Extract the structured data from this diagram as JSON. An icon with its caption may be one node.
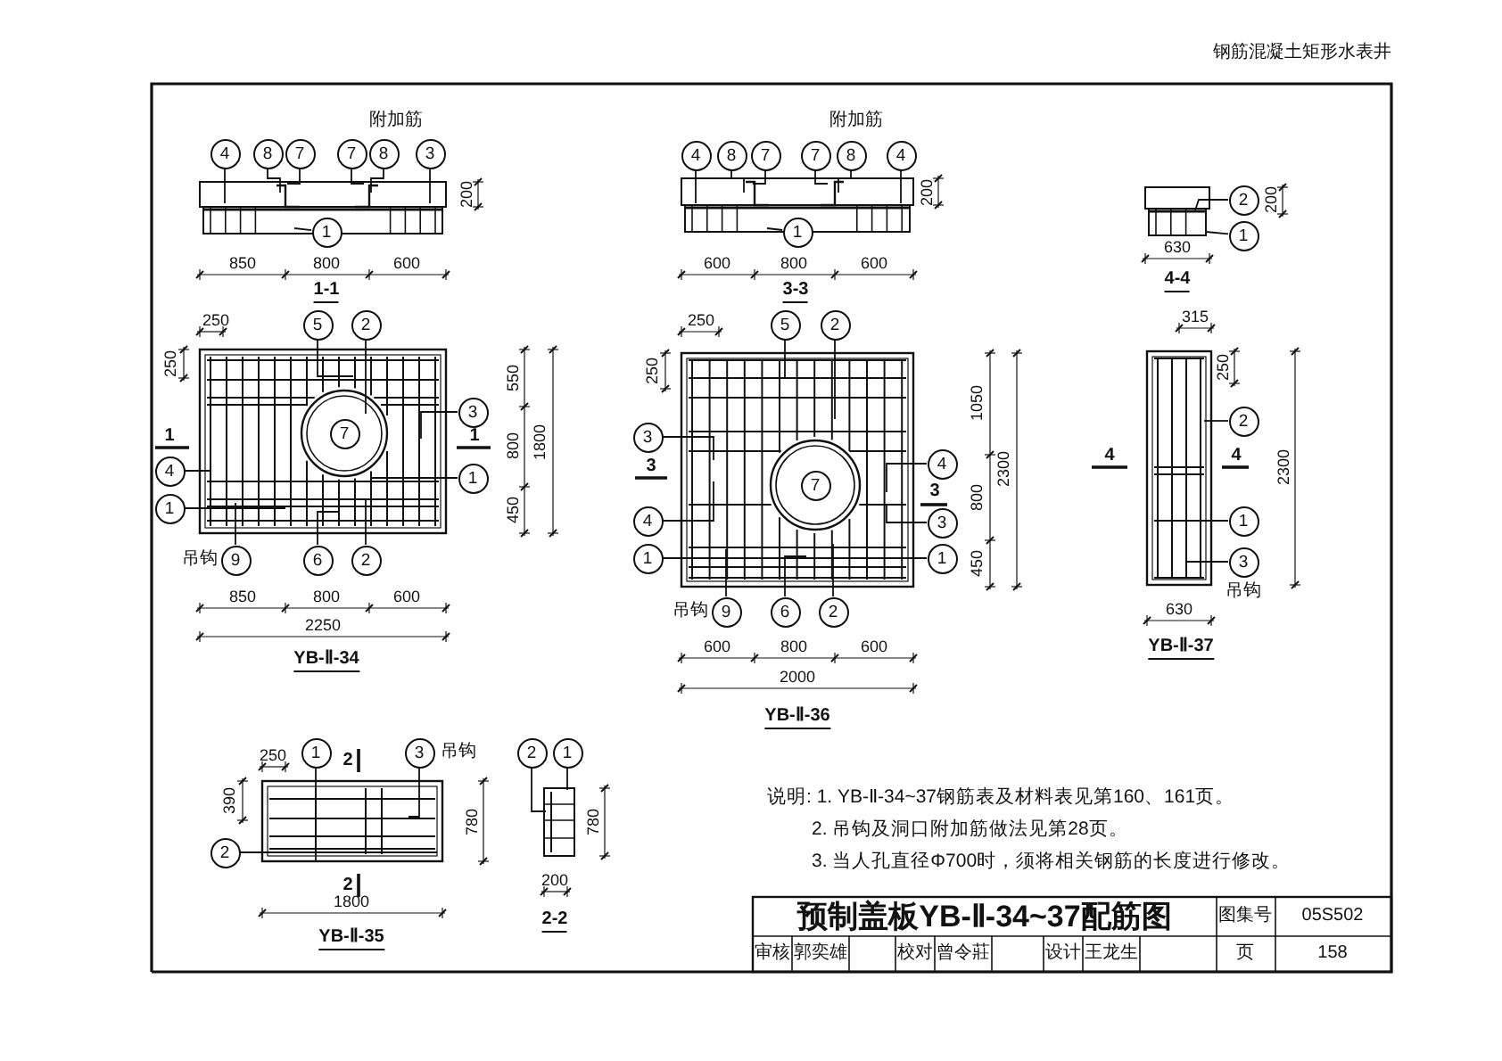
{
  "diagram": {
    "title": "预制盖板YB-Ⅱ-34~37配筋图",
    "nodes": [
      {
        "text": [],
        "shape": "picture"
      },
      {
        "text": [
          "4"
        ]
      },
      {
        "text": [
          "8"
        ]
      },
      {
        "text": [
          "7"
        ]
      },
      {
        "text": [
          "7"
        ]
      },
      {
        "text": [
          "8"
        ]
      },
      {
        "text": [
          "3"
        ]
      },
      {
        "text": [
          "1"
        ]
      },
      {
        "text": [],
        "shape": "picture"
      },
      {
        "text": [
          "4"
        ]
      },
      {
        "text": [
          "8"
        ]
      },
      {
        "text": [
          "7"
        ]
      },
      {
        "text": [
          "7"
        ]
      },
      {
        "text": [
          "8"
        ]
      },
      {
        "text": [
          "4"
        ]
      },
      {
        "text": [
          "1"
        ]
      },
      {
        "text": [],
        "shape": "picture"
      },
      {
        "text": [
          "2"
        ]
      },
      {
        "text": [
          "1"
        ]
      },
      {
        "text": [],
        "shape": "picture"
      },
      {
        "text": [
          "5"
        ]
      },
      {
        "text": [
          "2"
        ]
      },
      {
        "text": [
          "3"
        ]
      },
      {
        "text": [
          "7"
        ],
        "in": 19
      },
      {
        "text": [
          "4"
        ]
      },
      {
        "text": [
          "1"
        ]
      },
      {
        "text": [
          "1"
        ]
      },
      {
        "text": [
          "9"
        ],
        "beside": [
          "吊钩"
        ]
      },
      {
        "text": [
          "6"
        ]
      },
      {
        "text": [
          "2"
        ]
      },
      {
        "text": [],
        "shape": "picture"
      },
      {
        "text": [
          "5"
        ]
      },
      {
        "text": [
          "2"
        ]
      },
      {
        "text": [
          "3"
        ]
      },
      {
        "text": [
          "4"
        ]
      },
      {
        "text": [
          "7"
        ],
        "in": 30
      },
      {
        "text": [
          "4"
        ]
      },
      {
        "text": [
          "3"
        ]
      },
      {
        "text": [
          "1"
        ]
      },
      {
        "text": [
          "1"
        ]
      },
      {
        "text": [
          "9"
        ],
        "beside": [
          "吊钩"
        ]
      },
      {
        "text": [
          "6"
        ]
      },
      {
        "text": [
          "2"
        ]
      },
      {
        "text": [],
        "shape": "picture"
      },
      {
        "text": [
          "2"
        ]
      },
      {
        "text": [
          "1"
        ]
      },
      {
        "text": [
          "3"
        ],
        "beside": [
          "吊钩"
        ]
      },
      {
        "text": [],
        "shape": "picture"
      },
      {
        "text": [
          "1"
        ]
      },
      {
        "text": [
          "3"
        ],
        "beside": [
          "吊钩"
        ]
      },
      {
        "text": [
          "2"
        ]
      },
      {
        "text": [],
        "shape": "picture"
      },
      {
        "text": [
          "2"
        ]
      },
      {
        "text": [
          "1"
        ]
      }
    ],
    "edges": [
      {
        "from": 1,
        "to": 0,
        "arrow": "none"
      },
      {
        "from": 2,
        "to": 0,
        "arrow": "none"
      },
      {
        "from": 3,
        "to": 0,
        "arrow": "none"
      },
      {
        "from": 4,
        "to": 0,
        "arrow": "none"
      },
      {
        "from": 5,
        "to": 0,
        "arrow": "none"
      },
      {
        "from": 6,
        "to": 0,
        "arrow": "none"
      },
      {
        "from": 7,
        "to": 0,
        "arrow": "none"
      },
      {
        "from": 9,
        "to": 8,
        "arrow": "none"
      },
      {
        "from": 10,
        "to": 8,
        "arrow": "none"
      },
      {
        "from": 11,
        "to": 8,
        "arrow": "none"
      },
      {
        "from": 12,
        "to": 8,
        "arrow": "none"
      },
      {
        "from": 13,
        "to": 8,
        "arrow": "none"
      },
      {
        "from": 14,
        "to": 8,
        "arrow": "none"
      },
      {
        "from": 15,
        "to": 8,
        "arrow": "none"
      },
      {
        "from": 17,
        "to": 16,
        "arrow": "none"
      },
      {
        "from": 18,
        "to": 16,
        "arrow": "none"
      },
      {
        "from": 20,
        "to": 19,
        "arrow": "none"
      },
      {
        "from": 21,
        "to": 19,
        "arrow": "none"
      },
      {
        "from": 22,
        "to": 19,
        "arrow": "none"
      },
      {
        "from": 24,
        "to": 19,
        "arrow": "none"
      },
      {
        "from": 25,
        "to": 19,
        "arrow": "none"
      },
      {
        "from": 26,
        "to": 19,
        "arrow": "none"
      },
      {
        "from": 27,
        "to": 19,
        "arrow": "none"
      },
      {
        "from": 28,
        "to": 19,
        "arrow": "none"
      },
      {
        "from": 29,
        "to": 19,
        "arrow": "none"
      },
      {
        "from": 31,
        "to": 30,
        "arrow": "none"
      },
      {
        "from": 32,
        "to": 30,
        "arrow": "none"
      },
      {
        "from": 33,
        "to": 30,
        "arrow": "none"
      },
      {
        "from": 34,
        "to": 30,
        "arrow": "none"
      },
      {
        "from": 36,
        "to": 30,
        "arrow": "none"
      },
      {
        "from": 37,
        "to": 30,
        "arrow": "none"
      },
      {
        "from": 38,
        "to": 30,
        "arrow": "none"
      },
      {
        "from": 39,
        "to": 30,
        "arrow": "none"
      },
      {
        "from": 40,
        "to": 30,
        "arrow": "none"
      },
      {
        "from": 41,
        "to": 30,
        "arrow": "none"
      },
      {
        "from": 42,
        "to": 30,
        "arrow": "none"
      },
      {
        "from": 44,
        "to": 43,
        "arrow": "none"
      },
      {
        "from": 45,
        "to": 43,
        "arrow": "none"
      },
      {
        "from": 46,
        "to": 43,
        "arrow": "none"
      },
      {
        "from": 48,
        "to": 47,
        "arrow": "none"
      },
      {
        "from": 49,
        "to": 47,
        "arrow": "none"
      },
      {
        "from": 50,
        "to": 47,
        "arrow": "none"
      },
      {
        "from": 52,
        "to": 51,
        "arrow": "none"
      },
      {
        "from": 53,
        "to": 51,
        "arrow": "none"
      }
    ],
    "labels": [
      "钢筋混凝土矩形水表井",
      "附加筋",
      "200",
      "850",
      "800",
      "600",
      "1-1",
      "附加筋",
      "200",
      "600",
      "800",
      "600",
      "3-3",
      "200",
      "630",
      "4-4",
      "250",
      "250",
      "1",
      "1",
      "550",
      "800",
      "450",
      "1800",
      "850",
      "800",
      "600",
      "2250",
      "YB-Ⅱ-34",
      "250",
      "250",
      "3",
      "3",
      "1050",
      "800",
      "450",
      "2300",
      "600",
      "800",
      "600",
      "2000",
      "YB-Ⅱ-36",
      "315",
      "250",
      "4",
      "4",
      "2300",
      "630",
      "YB-Ⅱ-37",
      "250",
      "2",
      "390",
      "780",
      "2",
      "1800",
      "YB-Ⅱ-35",
      "780",
      "200",
      "2-2",
      "说明: 1. YB-Ⅱ-34~37钢筋表及材料表见第160、161页。",
      "2. 吊钩及洞口附加筋做法见第28页。",
      "3. 当人孔直径Φ700时，须将相关钢筋的长度进行修改。",
      "图集号",
      "05S502",
      "审核",
      "郭奕雄",
      "校对",
      "曾令莊",
      "设计",
      "王龙生",
      "页",
      "158"
    ]
  }
}
